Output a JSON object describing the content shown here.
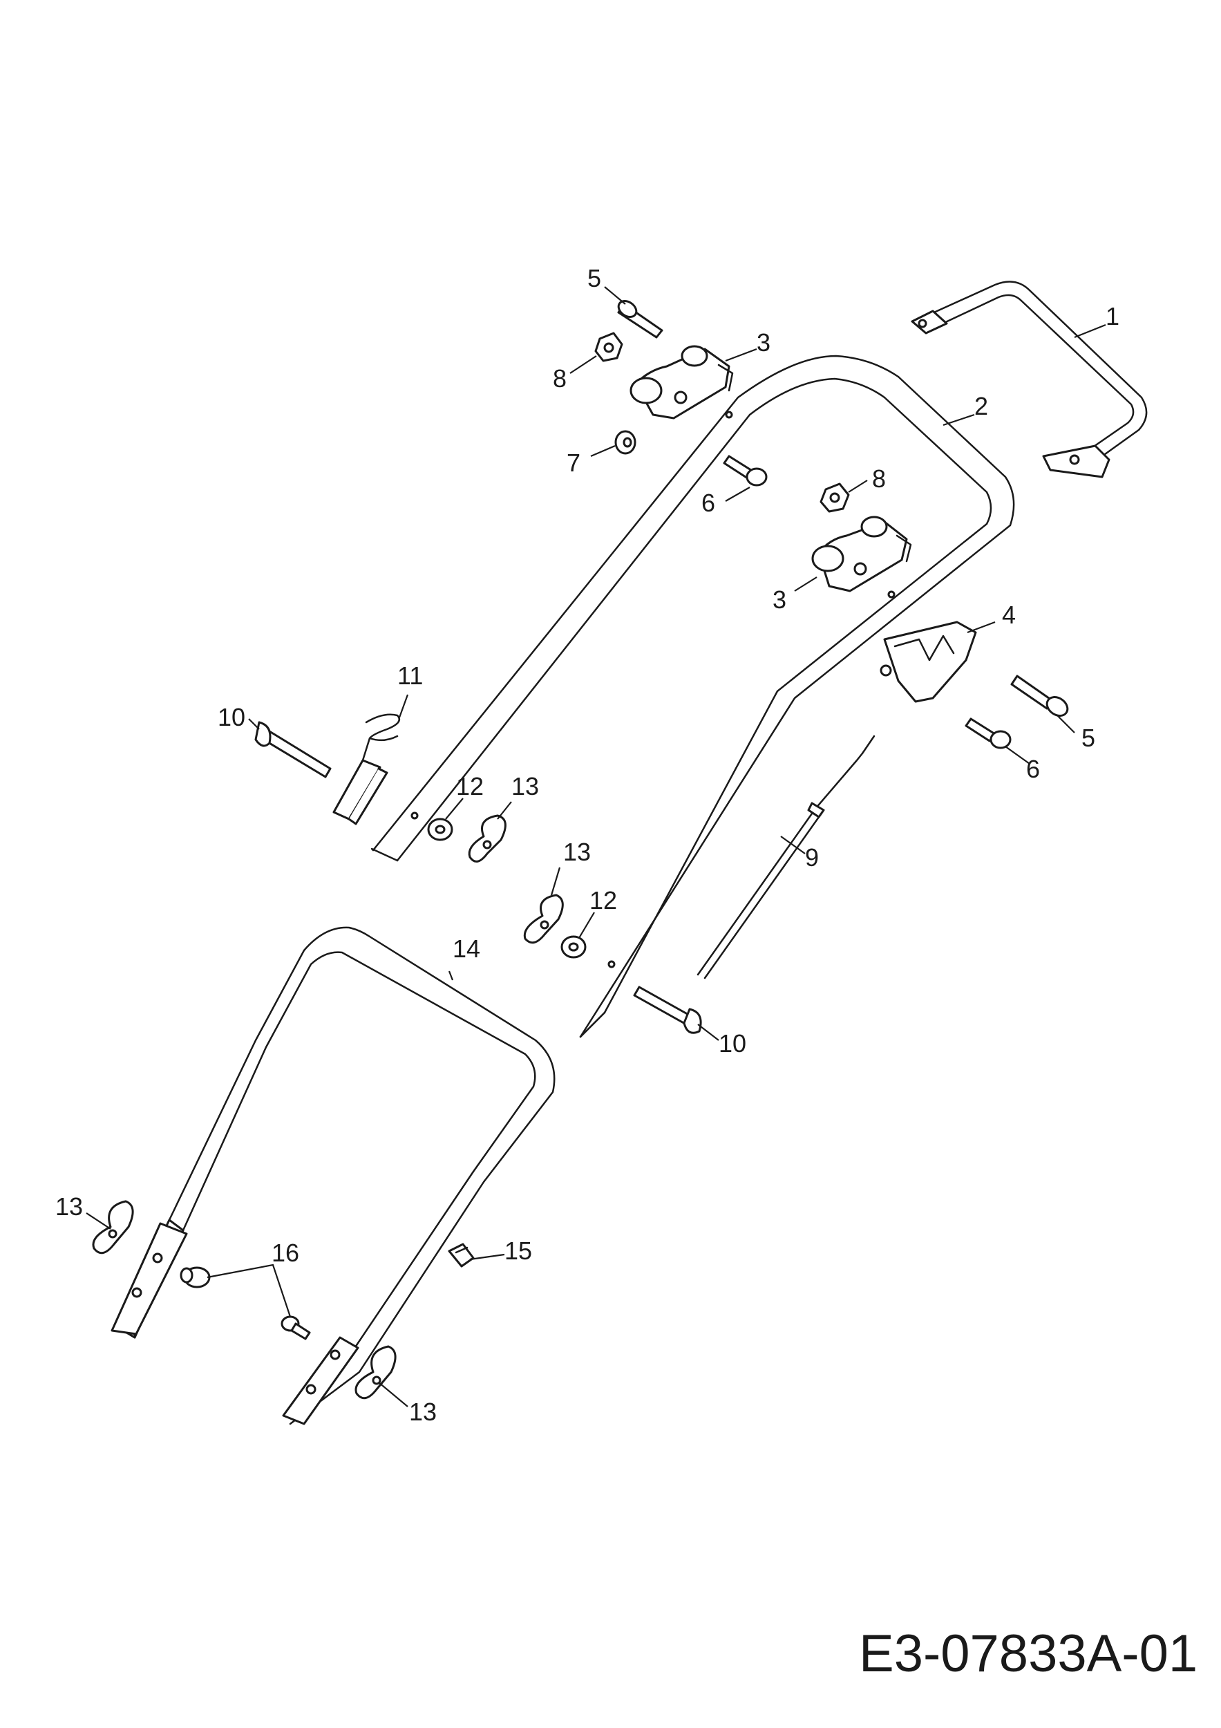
{
  "drawing_code": "E3-07833A-01",
  "callouts": {
    "c1": "1",
    "c2": "2",
    "c3a": "3",
    "c3b": "3",
    "c4": "4",
    "c5a": "5",
    "c5b": "5",
    "c6a": "6",
    "c6b": "6",
    "c7": "7",
    "c8a": "8",
    "c8b": "8",
    "c9": "9",
    "c10a": "10",
    "c10b": "10",
    "c11": "11",
    "c12a": "12",
    "c12b": "12",
    "c13a": "13",
    "c13b": "13",
    "c13c": "13",
    "c13d": "13",
    "c14": "14",
    "c15": "15",
    "c16": "16"
  }
}
